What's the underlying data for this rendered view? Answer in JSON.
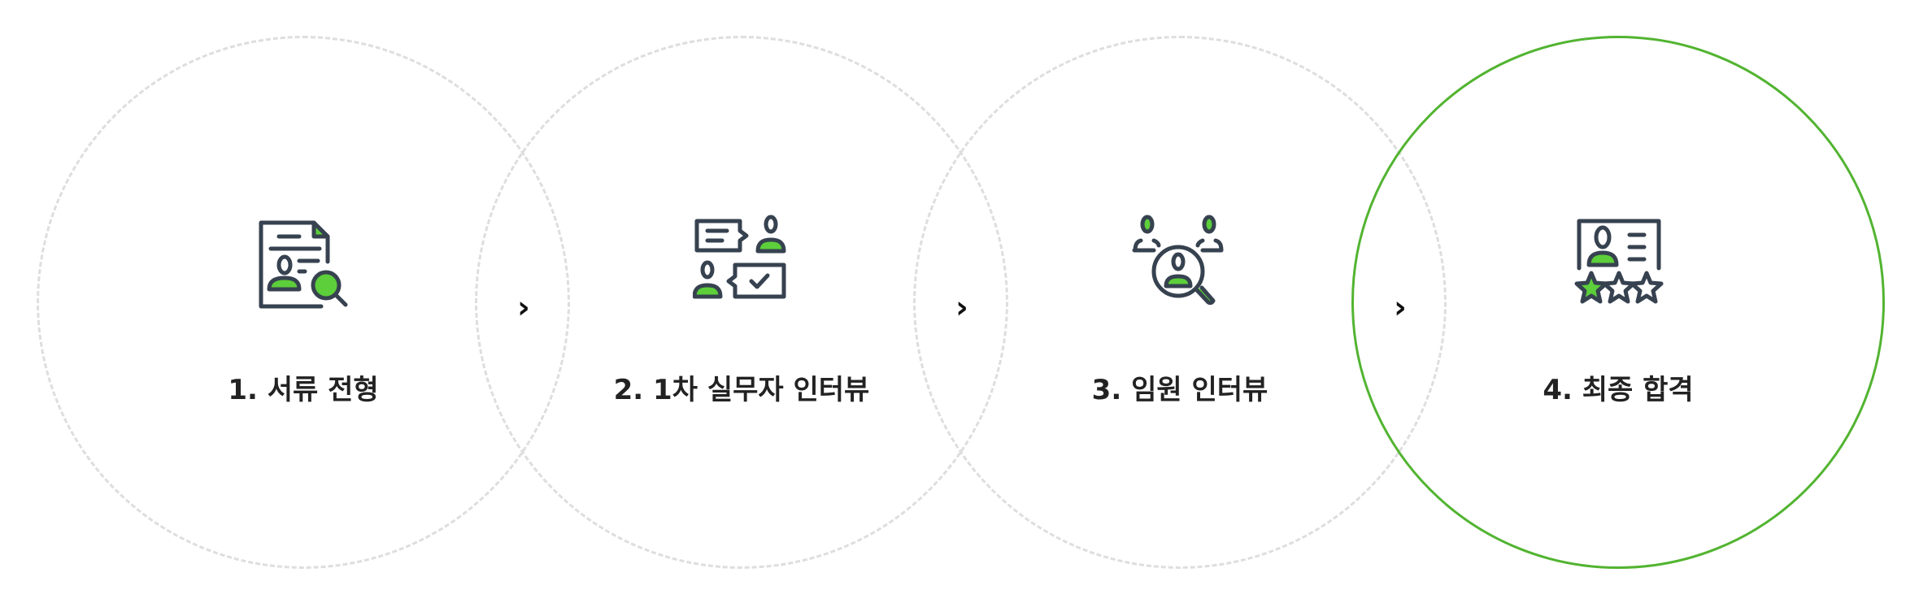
{
  "steps": [
    {
      "label": "1. 서류 전형",
      "icon": "document-search-icon"
    },
    {
      "label": "2.  1차 실무자 인터뷰",
      "icon": "chat-interview-icon"
    },
    {
      "label": "3. 임원 인터뷰",
      "icon": "people-search-icon"
    },
    {
      "label": "4. 최종 합격",
      "icon": "profile-rating-icon",
      "active": true
    }
  ],
  "arrow_glyph": "›",
  "colors": {
    "accent": "#5ccf3a",
    "stroke": "#374250",
    "active_border": "#52b431",
    "inactive_border": "#dedede"
  }
}
